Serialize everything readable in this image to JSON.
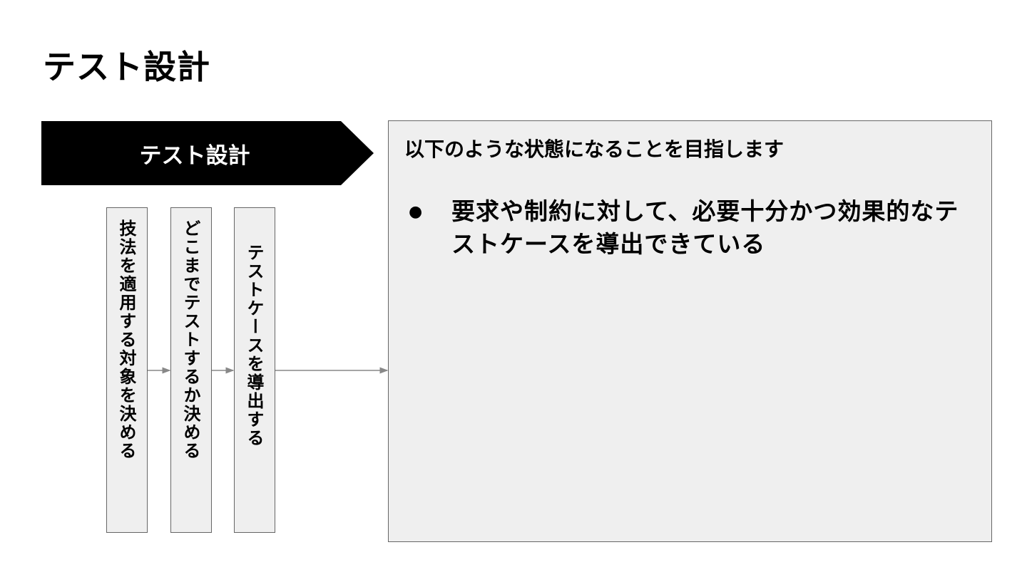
{
  "slide": {
    "title": "テスト設計"
  },
  "process": {
    "chevron_label": "テスト設計",
    "steps": [
      {
        "label": "技法を適用する対象を決める"
      },
      {
        "label": "どこまでテストするか決める"
      },
      {
        "label": "テストケースを導出する"
      }
    ]
  },
  "goal": {
    "heading": "以下のような状態になることを目指します",
    "bullets": [
      {
        "text": "要求や制約に対して、必要十分かつ効果的なテストケースを導出できている"
      }
    ]
  },
  "colors": {
    "chevron_fill": "#000000",
    "box_fill": "#efefef",
    "border": "#666666",
    "arrow": "#888888"
  }
}
